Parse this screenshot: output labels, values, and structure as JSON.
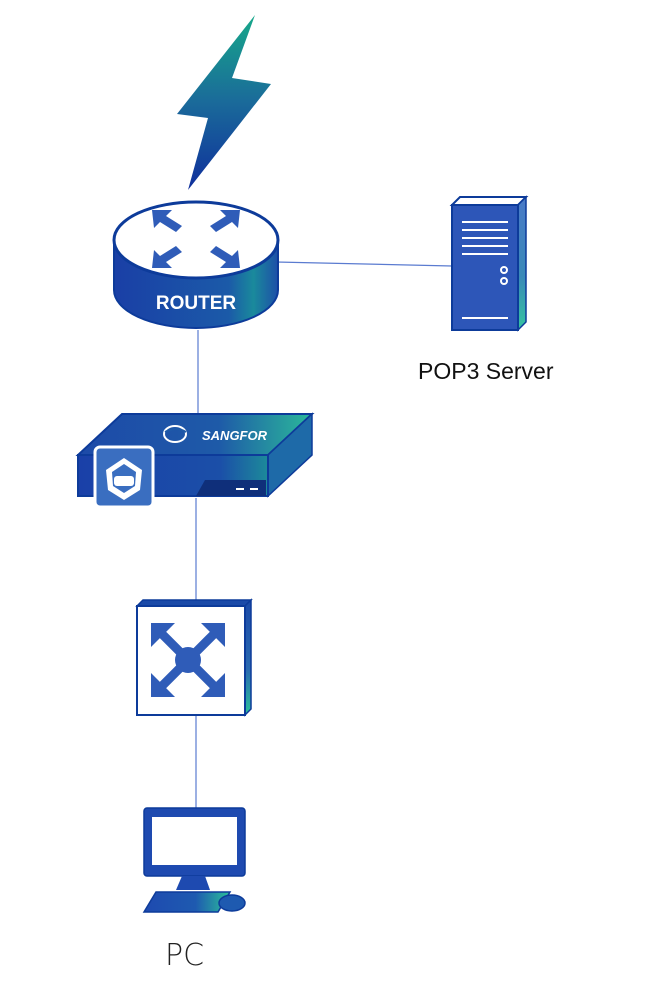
{
  "diagram": {
    "type": "network-topology",
    "nodes": [
      {
        "id": "internet",
        "kind": "lightning-bolt",
        "label": ""
      },
      {
        "id": "router",
        "kind": "router",
        "label": "ROUTER"
      },
      {
        "id": "pop3-server",
        "kind": "server",
        "label": "POP3 Server"
      },
      {
        "id": "firewall",
        "kind": "security-appliance",
        "label": "SANGFOR"
      },
      {
        "id": "switch",
        "kind": "switch",
        "label": ""
      },
      {
        "id": "pc",
        "kind": "pc",
        "label": "PC"
      }
    ],
    "links": [
      {
        "from": "internet",
        "to": "router"
      },
      {
        "from": "router",
        "to": "pop3-server"
      },
      {
        "from": "router",
        "to": "firewall"
      },
      {
        "from": "firewall",
        "to": "switch"
      },
      {
        "from": "switch",
        "to": "pc"
      }
    ],
    "colors": {
      "primary_blue": "#2b55b0",
      "dark_blue": "#0d3b9a",
      "teal": "#2bb99a",
      "line": "#5577cc"
    }
  }
}
